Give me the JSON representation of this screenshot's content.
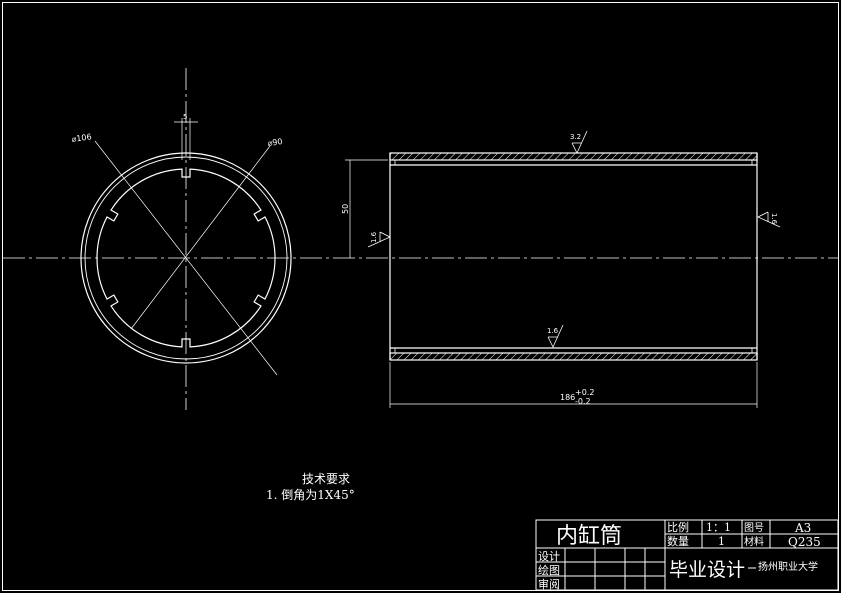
{
  "drawing": {
    "dims": {
      "outer_dia": "⌀106",
      "inner_dia": "⌀90",
      "slot_width": "5",
      "height": "50",
      "length_nominal": "186",
      "length_tol_upper": "+0.2",
      "length_tol_lower": "-0.2"
    },
    "roughness": {
      "top": "3.2",
      "left": "1.6",
      "right": "1.6",
      "bottom": "1.6"
    },
    "notes": {
      "heading": "技术要求",
      "item1": "1.  倒角为1X45°"
    },
    "title_block": {
      "part_name": "内缸筒",
      "scale_label": "比例",
      "scale_value": "1：1",
      "qty_label": "数量",
      "qty_value": "1",
      "drawing_no_label": "图号",
      "sheet_size": "A3",
      "material_label": "材料",
      "material": "Q235",
      "design_label": "设计",
      "drawn_label": "绘图",
      "review_label": "审阅",
      "project": "毕业设计",
      "school": "扬州职业大学"
    }
  }
}
